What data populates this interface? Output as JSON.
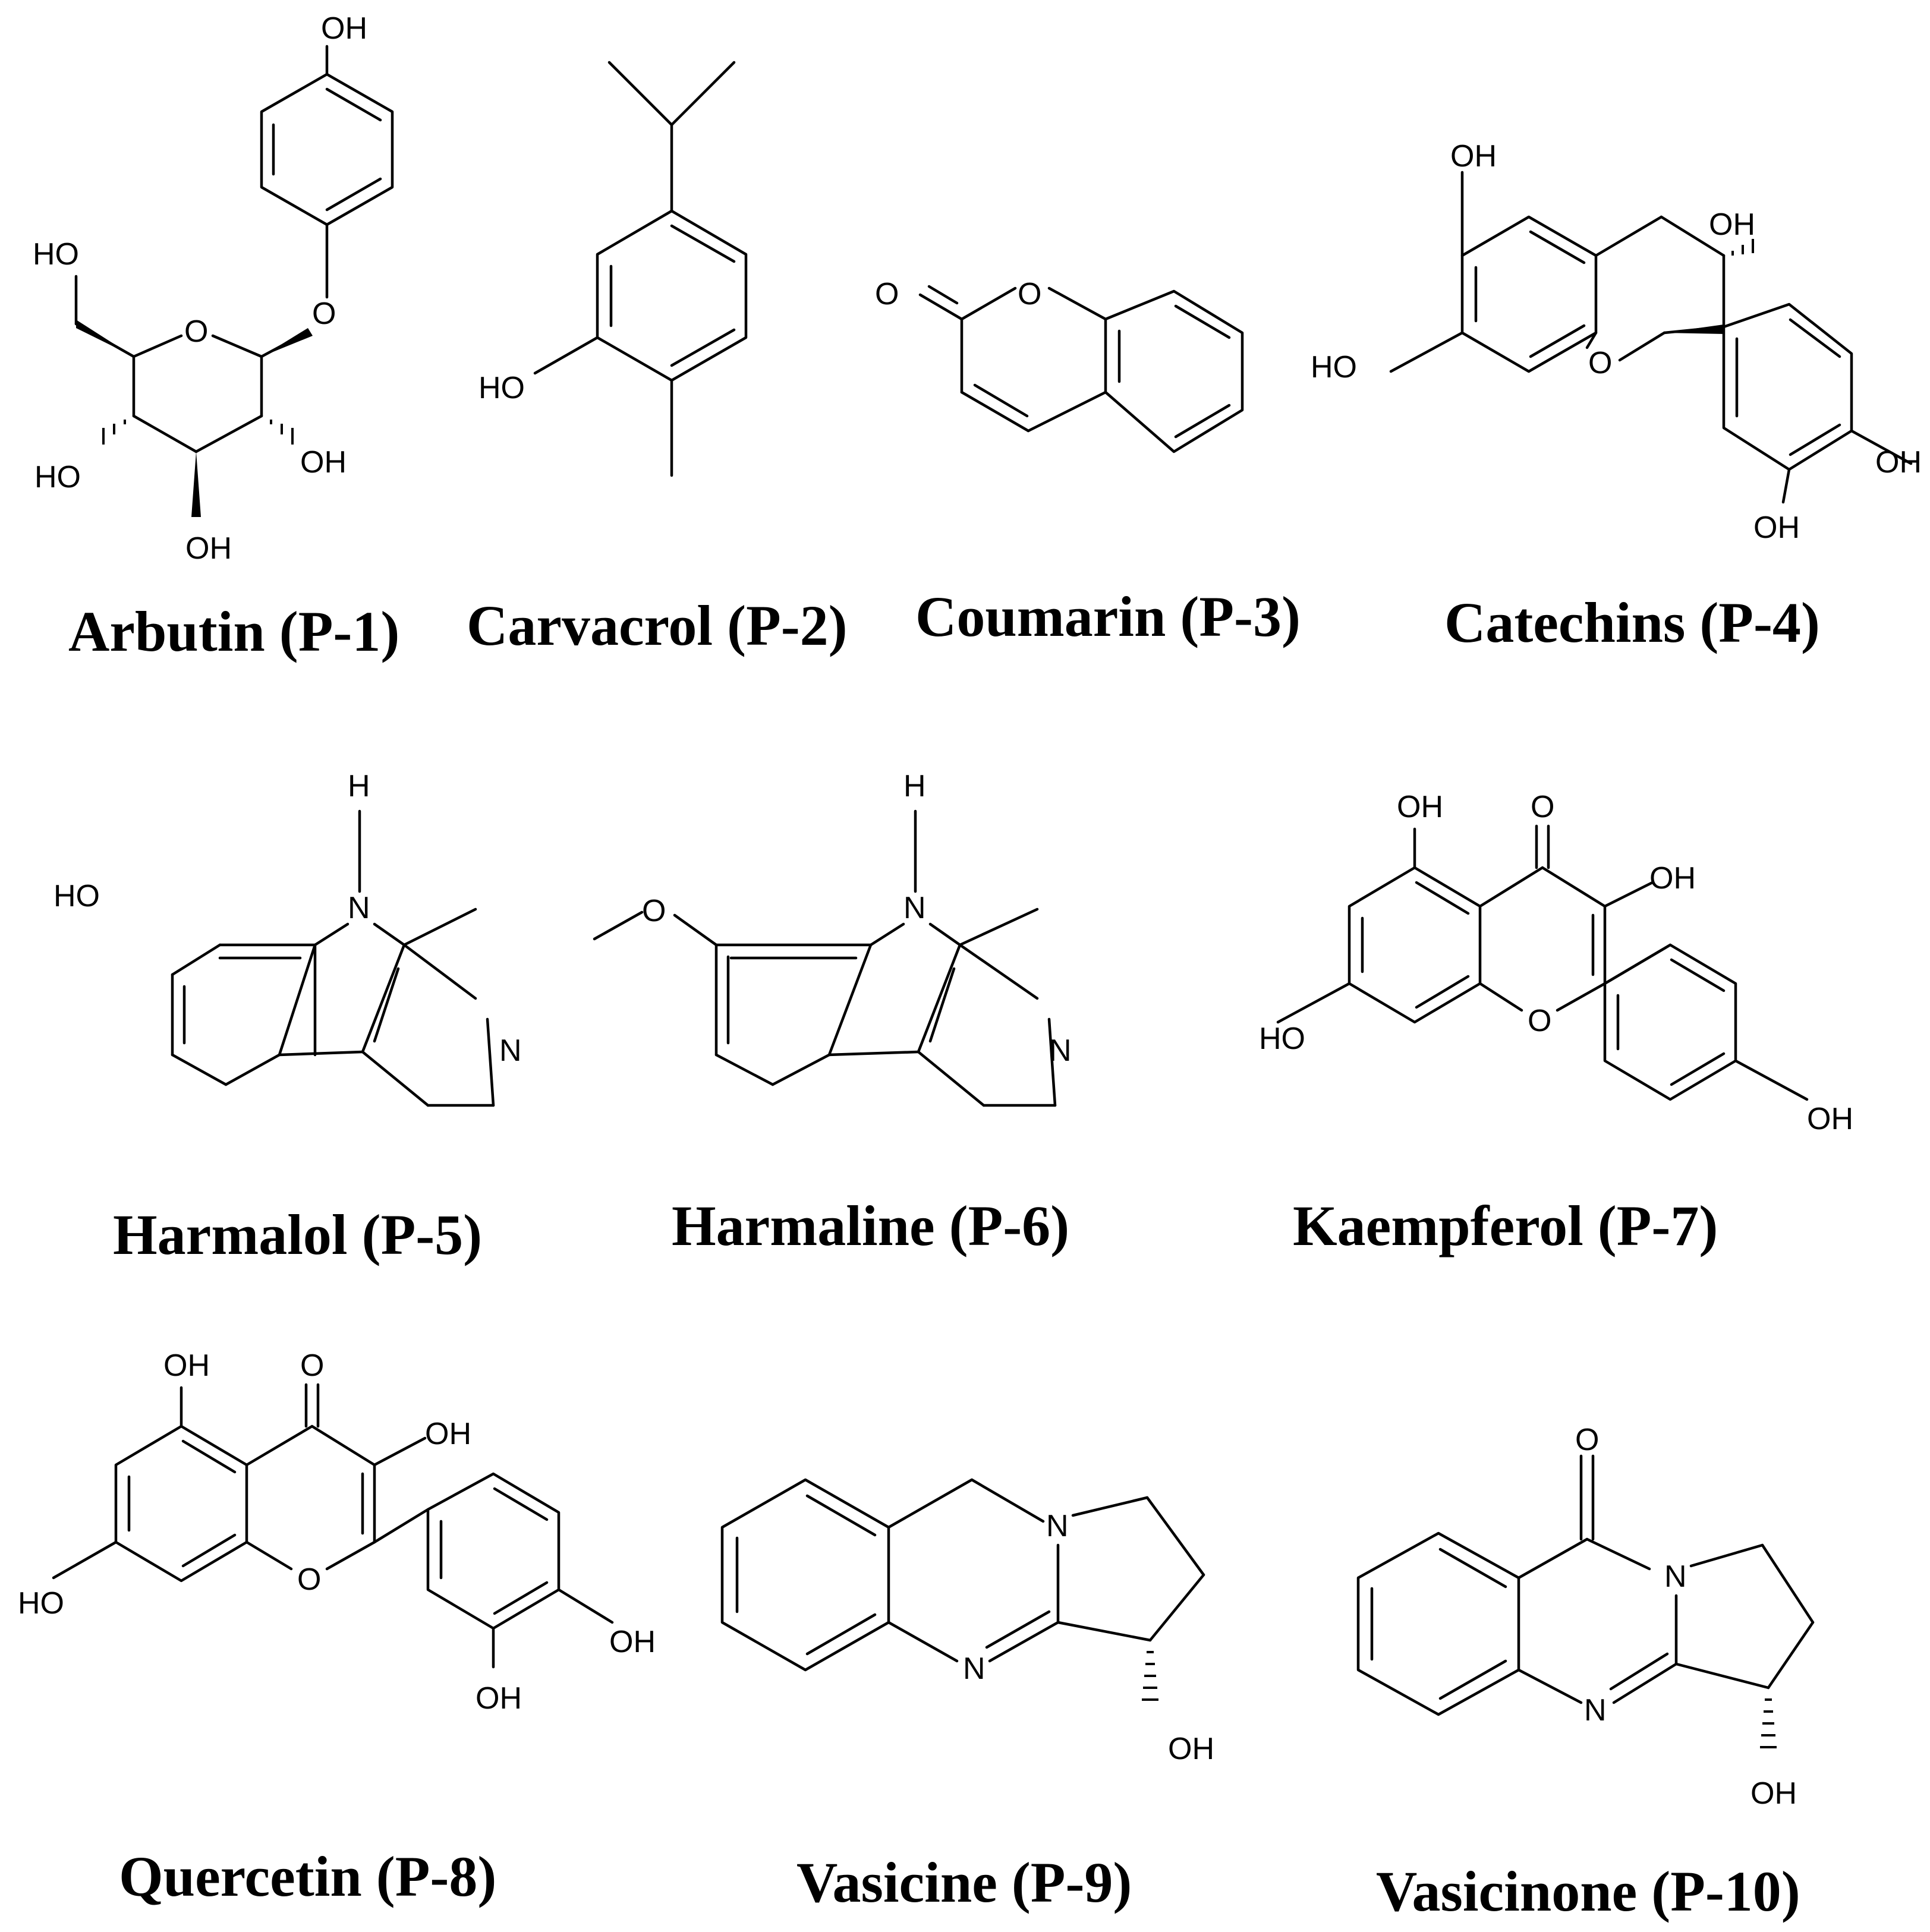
{
  "figure": {
    "structures": [
      {
        "id": "P-1",
        "caption": "Arbutin (P-1)",
        "atoms": [
          "OH",
          "HO",
          "O",
          "O",
          "HO",
          "OH",
          "OH"
        ]
      },
      {
        "id": "P-2",
        "caption": "Carvacrol (P-2)",
        "atoms": [
          "HO"
        ]
      },
      {
        "id": "P-3",
        "caption": "Coumarin (P-3)",
        "atoms": [
          "O",
          "O"
        ]
      },
      {
        "id": "P-4",
        "caption": "Catechins (P-4)",
        "atoms": [
          "OH",
          "OH",
          "HO",
          "O",
          "OH",
          "OH"
        ]
      },
      {
        "id": "P-5",
        "caption": "Harmalol (P-5)",
        "atoms": [
          "H",
          "HO",
          "N",
          "N"
        ]
      },
      {
        "id": "P-6",
        "caption": "Harmaline (P-6)",
        "atoms": [
          "H",
          "O",
          "N",
          "N"
        ]
      },
      {
        "id": "P-7",
        "caption": "Kaempferol (P-7)",
        "atoms": [
          "OH",
          "O",
          "OH",
          "HO",
          "O",
          "OH"
        ]
      },
      {
        "id": "P-8",
        "caption": "Quercetin (P-8)",
        "atoms": [
          "OH",
          "O",
          "OH",
          "HO",
          "O",
          "OH",
          "OH"
        ]
      },
      {
        "id": "P-9",
        "caption": "Vasicine (P-9)",
        "atoms": [
          "N",
          "N",
          "OH"
        ]
      },
      {
        "id": "P-10",
        "caption": "Vasicinone (P-10)",
        "atoms": [
          "O",
          "N",
          "N",
          "OH"
        ]
      }
    ]
  }
}
